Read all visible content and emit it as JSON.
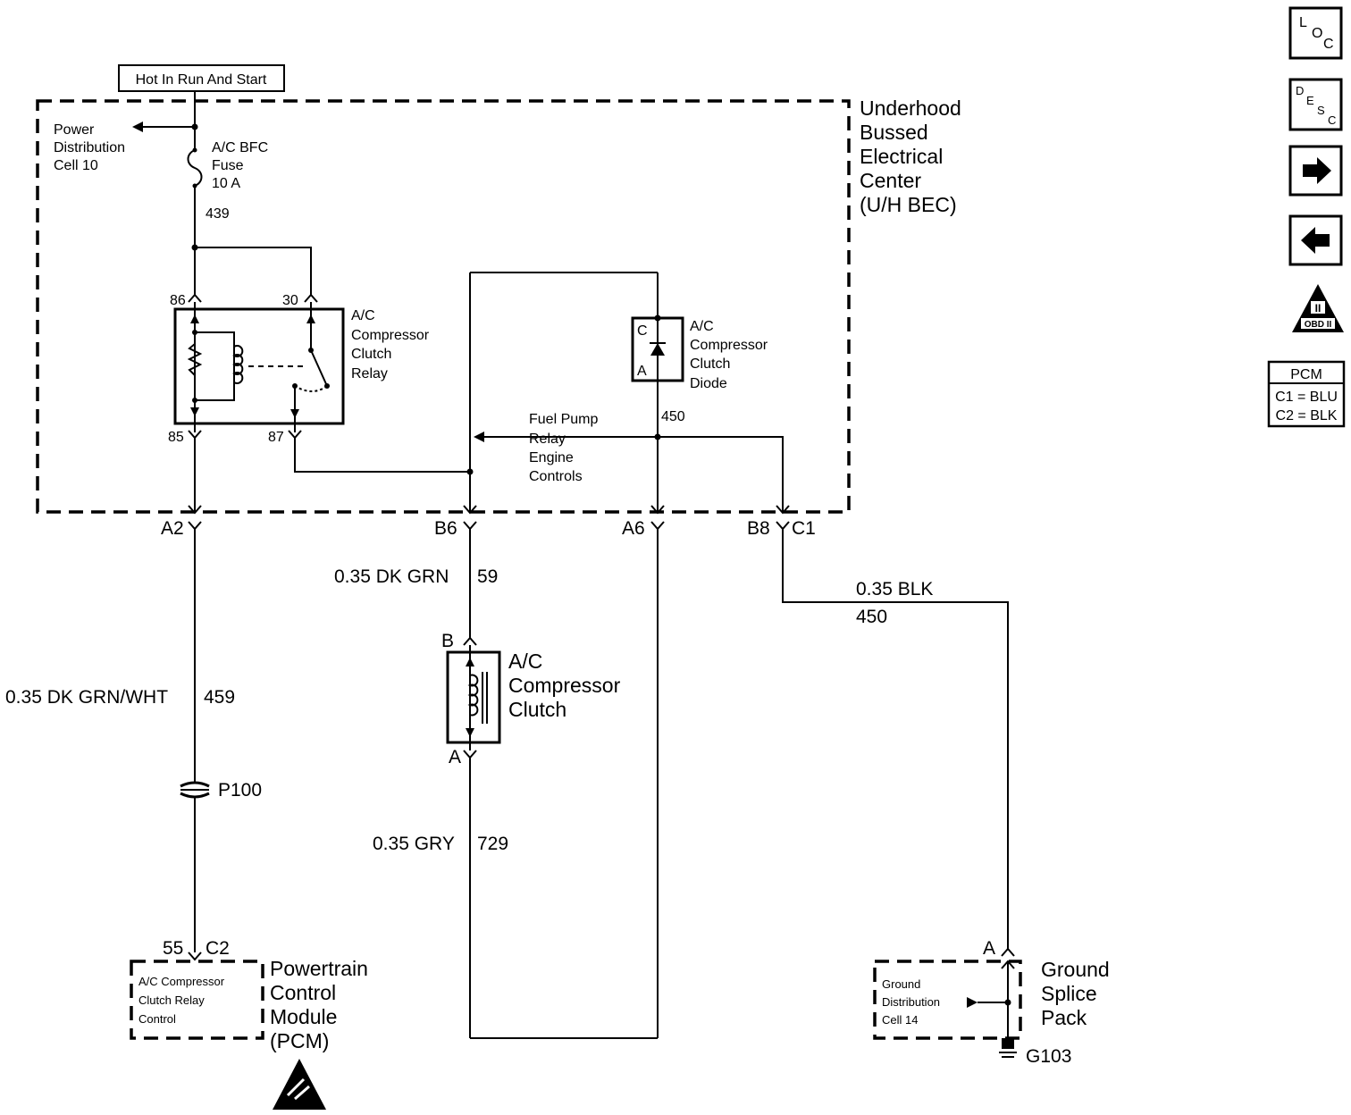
{
  "header": {
    "power_source": "Hot In Run And Start"
  },
  "uhbec": {
    "title_lines": [
      "Underhood",
      "Bussed",
      "Electrical",
      "Center",
      "(U/H BEC)"
    ],
    "power_dist_lines": [
      "Power",
      "Distribution",
      "Cell 10"
    ],
    "fuse_lines": [
      "A/C BFC",
      "Fuse",
      "10 A"
    ],
    "circuit_439": "439",
    "relay": {
      "label_lines": [
        "A/C",
        "Compressor",
        "Clutch",
        "Relay"
      ],
      "pin_86": "86",
      "pin_30": "30",
      "pin_85": "85",
      "pin_87": "87"
    },
    "diode": {
      "label_lines": [
        "A/C",
        "Compressor",
        "Clutch",
        "Diode"
      ],
      "pin_c": "C",
      "pin_a": "A"
    },
    "circuit_450": "450",
    "fuel_pump_lines": [
      "Fuel Pump",
      "Relay",
      "Engine",
      "Controls"
    ],
    "connectors": {
      "a2": "A2",
      "b6": "B6",
      "a6": "A6",
      "b8": "B8",
      "c1": "C1"
    }
  },
  "wires": {
    "w459_color": "0.35 DK GRN/WHT",
    "w459_num": "459",
    "w59_color": "0.35 DK GRN",
    "w59_num": "59",
    "w729_color": "0.35 GRY",
    "w729_num": "729",
    "w450_color": "0.35 BLK",
    "w450_num": "450"
  },
  "clutch": {
    "label_lines": [
      "A/C",
      "Compressor",
      "Clutch"
    ],
    "pin_b": "B",
    "pin_a": "A"
  },
  "p100": "P100",
  "pcm": {
    "pin": "55",
    "connector": "C2",
    "internal_lines": [
      "A/C Compressor",
      "Clutch Relay",
      "Control"
    ],
    "title_lines": [
      "Powertrain",
      "Control",
      "Module",
      "(PCM)"
    ]
  },
  "ground": {
    "pin": "A",
    "internal_lines": [
      "Ground",
      "Distribution",
      "Cell 14"
    ],
    "title_lines": [
      "Ground",
      "Splice",
      "Pack"
    ],
    "ground_id": "G103"
  },
  "sidebar": {
    "loc": [
      "L",
      "O",
      "C"
    ],
    "desc": [
      "D",
      "E",
      "S",
      "C"
    ],
    "obd": "OBD II",
    "obd_mark": "II",
    "pcm_title": "PCM",
    "pcm_c1": "C1 = BLU",
    "pcm_c2": "C2 = BLK"
  }
}
